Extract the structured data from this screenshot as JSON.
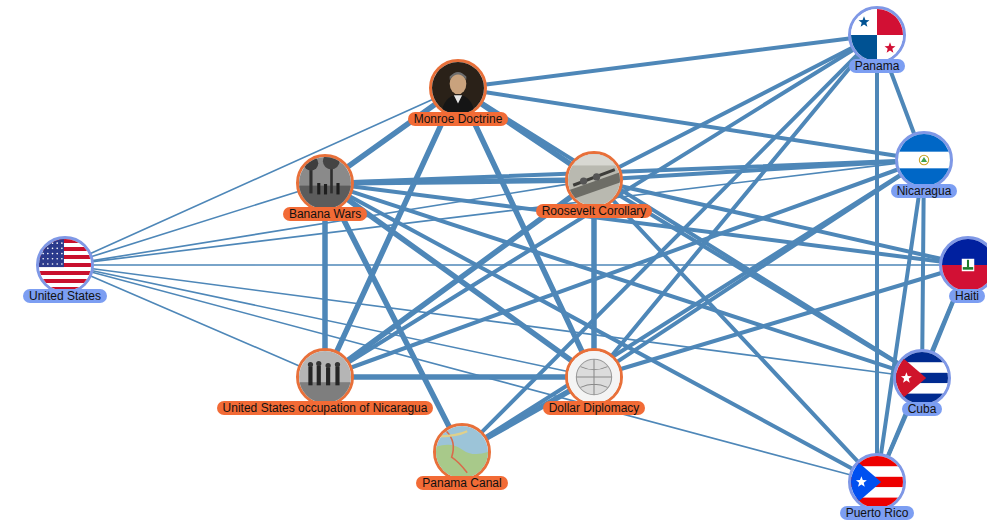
{
  "diagram": {
    "nodes": [
      {
        "text": [
          "United States"
        ]
      },
      {
        "text": [
          "Monroe Doctrine"
        ]
      },
      {
        "text": [
          "Banana Wars"
        ]
      },
      {
        "text": [
          "Roosevelt Corollary"
        ]
      },
      {
        "text": [
          "United States occupation of Nicaragua"
        ]
      },
      {
        "text": [
          "Dollar Diplomacy"
        ]
      },
      {
        "text": [
          "Panama Canal"
        ]
      },
      {
        "text": [
          "Panama"
        ]
      },
      {
        "text": [
          "Nicaragua"
        ]
      },
      {
        "text": [
          "Haiti"
        ]
      },
      {
        "text": [
          "Cuba"
        ]
      },
      {
        "text": [
          "Puerto Rico"
        ]
      }
    ],
    "edges": [
      {
        "from": 0,
        "to": 1,
        "arrow": "none"
      },
      {
        "from": 0,
        "to": 2,
        "arrow": "none"
      },
      {
        "from": 0,
        "to": 3,
        "arrow": "none"
      },
      {
        "from": 0,
        "to": 4,
        "arrow": "none"
      },
      {
        "from": 0,
        "to": 5,
        "arrow": "none"
      },
      {
        "from": 0,
        "to": 8,
        "arrow": "none"
      },
      {
        "from": 0,
        "to": 9,
        "arrow": "none"
      },
      {
        "from": 0,
        "to": 10,
        "arrow": "none"
      },
      {
        "from": 0,
        "to": 11,
        "arrow": "none"
      },
      {
        "from": 1,
        "to": 2,
        "arrow": "none"
      },
      {
        "from": 1,
        "to": 3,
        "arrow": "none"
      },
      {
        "from": 1,
        "to": 4,
        "arrow": "none"
      },
      {
        "from": 1,
        "to": 5,
        "arrow": "none"
      },
      {
        "from": 1,
        "to": 7,
        "arrow": "none"
      },
      {
        "from": 1,
        "to": 8,
        "arrow": "none"
      },
      {
        "from": 1,
        "to": 10,
        "arrow": "none"
      },
      {
        "from": 2,
        "to": 3,
        "arrow": "none"
      },
      {
        "from": 2,
        "to": 4,
        "arrow": "none"
      },
      {
        "from": 2,
        "to": 5,
        "arrow": "none"
      },
      {
        "from": 2,
        "to": 6,
        "arrow": "none"
      },
      {
        "from": 2,
        "to": 8,
        "arrow": "none"
      },
      {
        "from": 2,
        "to": 9,
        "arrow": "none"
      },
      {
        "from": 2,
        "to": 10,
        "arrow": "none"
      },
      {
        "from": 2,
        "to": 11,
        "arrow": "none"
      },
      {
        "from": 3,
        "to": 4,
        "arrow": "none"
      },
      {
        "from": 3,
        "to": 5,
        "arrow": "none"
      },
      {
        "from": 3,
        "to": 7,
        "arrow": "none"
      },
      {
        "from": 3,
        "to": 8,
        "arrow": "none"
      },
      {
        "from": 3,
        "to": 9,
        "arrow": "none"
      },
      {
        "from": 3,
        "to": 10,
        "arrow": "none"
      },
      {
        "from": 3,
        "to": 11,
        "arrow": "none"
      },
      {
        "from": 4,
        "to": 5,
        "arrow": "none"
      },
      {
        "from": 4,
        "to": 7,
        "arrow": "none"
      },
      {
        "from": 4,
        "to": 8,
        "arrow": "none"
      },
      {
        "from": 5,
        "to": 6,
        "arrow": "none"
      },
      {
        "from": 5,
        "to": 7,
        "arrow": "none"
      },
      {
        "from": 5,
        "to": 8,
        "arrow": "none"
      },
      {
        "from": 5,
        "to": 9,
        "arrow": "none"
      },
      {
        "from": 6,
        "to": 7,
        "arrow": "none"
      },
      {
        "from": 6,
        "to": 8,
        "arrow": "none"
      },
      {
        "from": 7,
        "to": 8,
        "arrow": "none"
      },
      {
        "from": 7,
        "to": 11,
        "arrow": "none"
      },
      {
        "from": 8,
        "to": 10,
        "arrow": "none"
      },
      {
        "from": 8,
        "to": 11,
        "arrow": "none"
      },
      {
        "from": 9,
        "to": 10,
        "arrow": "none"
      },
      {
        "from": 9,
        "to": 11,
        "arrow": "none"
      },
      {
        "from": 10,
        "to": 11,
        "arrow": "none"
      }
    ]
  }
}
